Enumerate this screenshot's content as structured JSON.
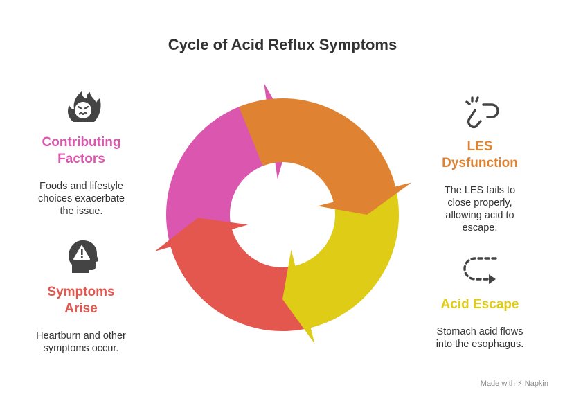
{
  "title": "Cycle of Acid Reflux Symptoms",
  "colors": {
    "pink": "#DB56AE",
    "orange": "#DF8231",
    "yellow": "#DECC17",
    "red": "#E3574F",
    "icon": "#444444"
  },
  "steps": [
    {
      "id": "contributing",
      "title": "Contributing\nFactors",
      "text": "Foods and lifestyle\nchoices exacerbate\nthe issue.",
      "color": "#DB56AE",
      "icon": "frustrated-face-icon"
    },
    {
      "id": "les",
      "title": "LES\nDysfunction",
      "text": "The LES fails to\nclose properly,\nallowing acid to\nescape.",
      "color": "#DF8231",
      "icon": "broken-link-icon"
    },
    {
      "id": "acid",
      "title": "Acid Escape",
      "text": "Stomach acid flows\ninto the esophagus.",
      "color": "#DECC17",
      "icon": "dashed-arrow-icon"
    },
    {
      "id": "symptoms",
      "title": "Symptoms\nArise",
      "text": "Heartburn and other\nsymptoms occur.",
      "color": "#E3574F",
      "icon": "head-warning-icon"
    }
  ],
  "credit": "Made with ⚡ Napkin"
}
